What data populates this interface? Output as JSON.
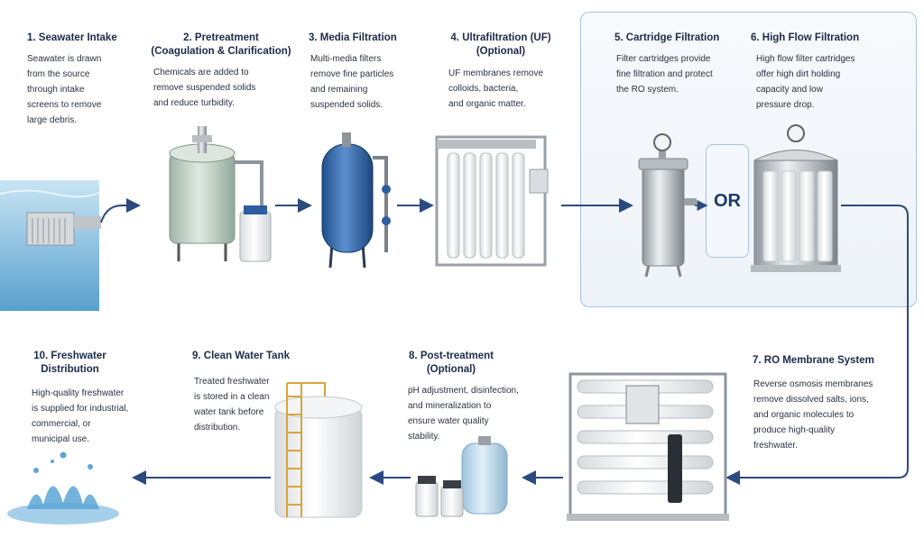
{
  "steps": [
    {
      "title": "1. Seawater Intake",
      "desc": "Seawater is drawn\nfrom the source\nthrough intake\nscreens to remove\nlarge debris."
    },
    {
      "title": "2. Pretreatment\n(Coagulation & Clarification)",
      "desc": "Chemicals are added to\nremove suspended solids\nand reduce turbidity."
    },
    {
      "title": "3. Media Filtration",
      "desc": "Multi-media filters\nremove fine particles\nand remaining\nsuspended solids."
    },
    {
      "title": "4. Ultrafiltration (UF)\n(Optional)",
      "desc": "UF membranes remove\ncolloids, bacteria,\nand organic matter."
    },
    {
      "title": "5. Cartridge Filtration",
      "desc": "Filter cartridges provide\nfine filtration and protect\nthe RO system."
    },
    {
      "title": "6. High Flow Filtration",
      "desc": "High flow filter cartridges\noffer high dirt holding\ncapacity and low\npressure drop."
    },
    {
      "title": "7. RO Membrane System",
      "desc": "Reverse osmosis membranes\nremove dissolved salts, ions,\nand organic molecules to\nproduce high-quality\nfreshwater."
    },
    {
      "title": "8. Post-treatment\n(Optional)",
      "desc": "pH adjustment, disinfection,\nand mineralization to\nensure water quality\nstability."
    },
    {
      "title": "9. Clean Water Tank",
      "desc": "Treated freshwater\nis stored in a clean\nwater tank before\ndistribution."
    },
    {
      "title": "10. Freshwater\nDistribution",
      "desc": "High-quality freshwater\nis supplied for industrial,\ncommercial, or\nmunicipal use."
    }
  ],
  "or_label": "OR",
  "colors": {
    "accent": "#2b4a7e",
    "box_border": "#a9c1dd",
    "water": "#5aa6d6",
    "steel": "#c9cdd2"
  }
}
